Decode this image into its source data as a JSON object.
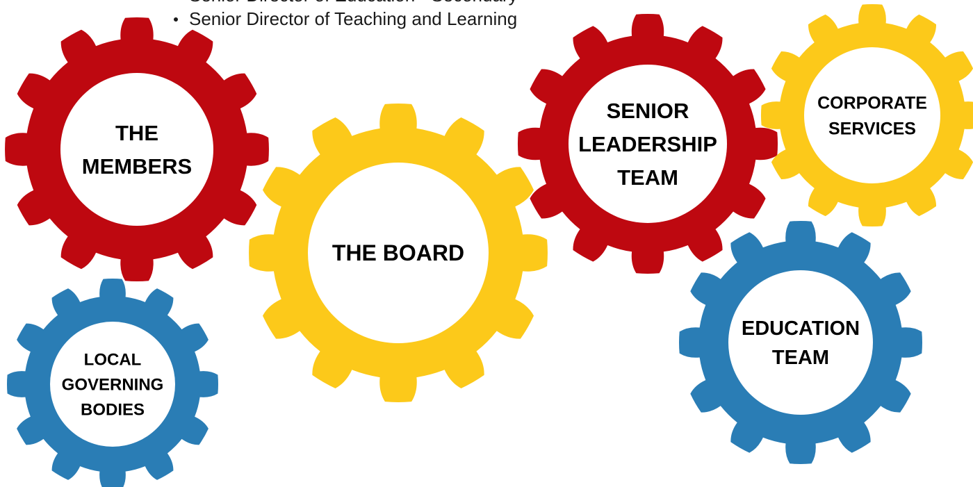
{
  "colors": {
    "red": "#BE0810",
    "yellow": "#FCC91A",
    "blue": "#2A7DB5",
    "center": "#FFFFFF",
    "text": "#000000"
  },
  "bullet_list": [
    "Senior Director of Education - Secondary",
    "Senior Director of Teaching and Learning"
  ],
  "gears": [
    {
      "id": "members",
      "color": "red",
      "lines": [
        "THE",
        "MEMBERS"
      ]
    },
    {
      "id": "board",
      "color": "yellow",
      "lines": [
        "THE BOARD"
      ]
    },
    {
      "id": "slt",
      "color": "red",
      "lines": [
        "SENIOR",
        "LEADERSHIP",
        "TEAM"
      ]
    },
    {
      "id": "corporate",
      "color": "yellow",
      "lines": [
        "CORPORATE",
        "SERVICES"
      ]
    },
    {
      "id": "education",
      "color": "blue",
      "lines": [
        "EDUCATION",
        "TEAM"
      ]
    },
    {
      "id": "lgb",
      "color": "blue",
      "lines": [
        "LOCAL",
        "GOVERNING",
        "BODIES"
      ]
    }
  ]
}
